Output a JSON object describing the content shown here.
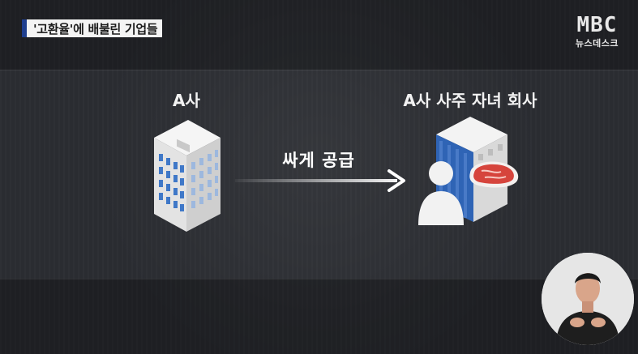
{
  "caption": {
    "text": "'고환율'에 배불린 기업들"
  },
  "logo": {
    "main": "MBC",
    "sub": "뉴스데스크"
  },
  "company_a": {
    "label": "A사"
  },
  "company_b": {
    "label": "A사 사주 자녀 회사"
  },
  "flow": {
    "label": "싸게 공급"
  },
  "colors": {
    "accent": "#1f3f8f",
    "background": "#2a2c31",
    "meat": "#d6443c"
  },
  "icons": {
    "building_a": "office-building-icon",
    "building_b": "office-building-icon",
    "person": "person-icon",
    "meat": "meat-icon",
    "arrow": "right-arrow-icon",
    "signer": "sign-language-interpreter"
  }
}
